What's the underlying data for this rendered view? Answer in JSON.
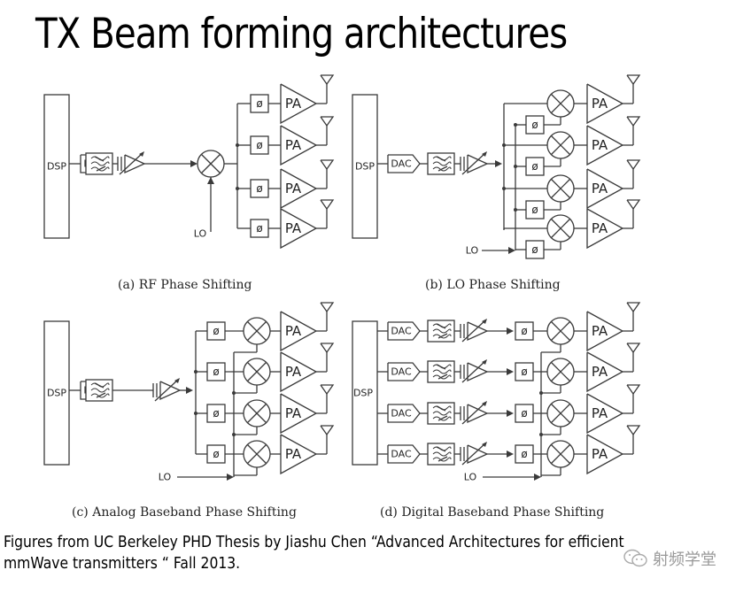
{
  "slide": {
    "title": "TX Beam forming architectures",
    "footer_line1": "Figures from UC Berkeley PHD Thesis  by Jiashu Chen “Advanced Architectures for efficient",
    "footer_line2": "mmWave  transmitters “  Fall 2013.",
    "watermark": "射频学堂",
    "watermark_icon": "wechat-icon"
  },
  "labels": {
    "dsp": "DSP",
    "dac": "DAC",
    "pa": "PA",
    "phase": "ø",
    "lo": "LO"
  },
  "panels": [
    {
      "id": "a",
      "caption": "(a) RF Phase Shifting",
      "architecture": "rf",
      "branches": 4
    },
    {
      "id": "b",
      "caption": "(b) LO Phase Shifting",
      "architecture": "lo",
      "branches": 4
    },
    {
      "id": "c",
      "caption": "(c) Analog Baseband Phase Shifting",
      "architecture": "analog-baseband",
      "branches": 4
    },
    {
      "id": "d",
      "caption": "(d) Digital Baseband Phase Shifting",
      "architecture": "digital-baseband",
      "branches": 4
    }
  ],
  "colors": {
    "stroke": "#3a3a3a",
    "text": "#222222",
    "watermark": "#9a9a9a"
  }
}
